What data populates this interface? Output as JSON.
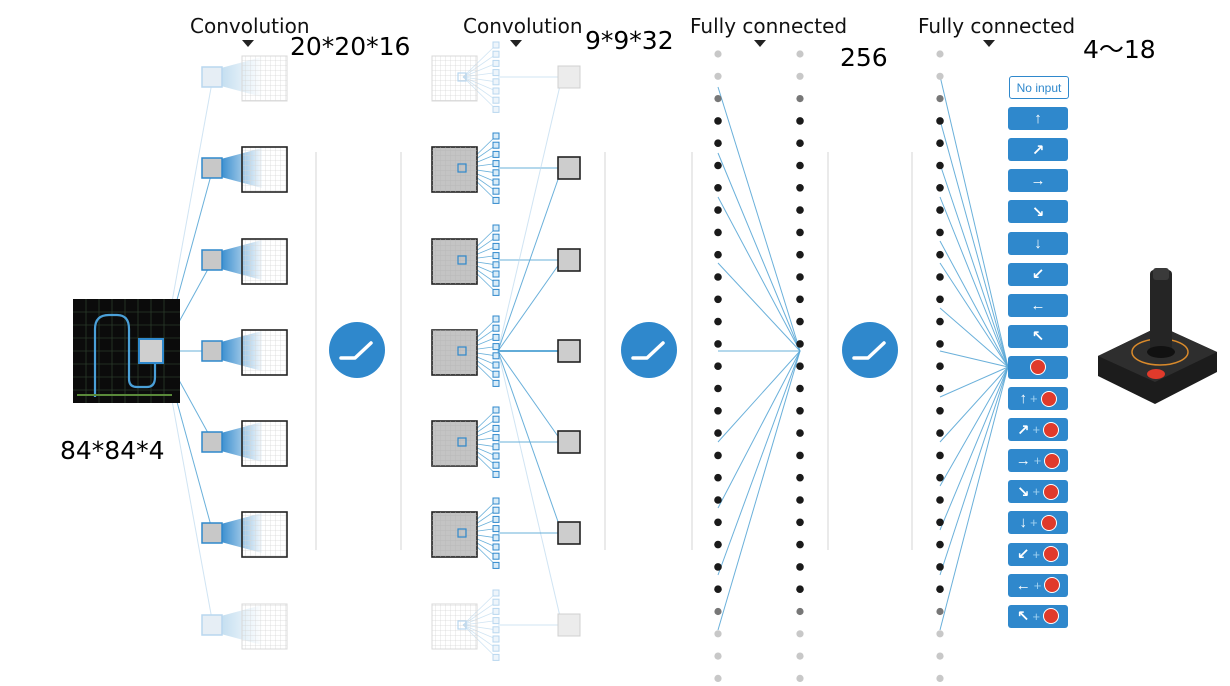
{
  "headers": {
    "conv1": "Convolution",
    "conv2": "Convolution",
    "fc1": "Fully connected",
    "fc2": "Fully connected"
  },
  "dimensions": {
    "input": "84*84*4",
    "conv1": "20*20*16",
    "conv2": "9*9*32",
    "fc1": "256",
    "output": "4～18"
  },
  "actions": [
    {
      "icon": "no-input",
      "label": "No input",
      "fire": false
    },
    {
      "icon": "up-arrow",
      "label": "↑",
      "fire": false
    },
    {
      "icon": "up-right-arrow",
      "label": "↗",
      "fire": false
    },
    {
      "icon": "right-arrow",
      "label": "→",
      "fire": false
    },
    {
      "icon": "down-right-arrow",
      "label": "↘",
      "fire": false
    },
    {
      "icon": "down-arrow",
      "label": "↓",
      "fire": false
    },
    {
      "icon": "down-left-arrow",
      "label": "↙",
      "fire": false
    },
    {
      "icon": "left-arrow",
      "label": "←",
      "fire": false
    },
    {
      "icon": "up-left-arrow",
      "label": "↖",
      "fire": false
    },
    {
      "icon": "fire",
      "label": "",
      "fire": true
    },
    {
      "icon": "up-arrow",
      "label": "↑",
      "fire": true
    },
    {
      "icon": "up-right-arrow",
      "label": "↗",
      "fire": true
    },
    {
      "icon": "right-arrow",
      "label": "→",
      "fire": true
    },
    {
      "icon": "down-right-arrow",
      "label": "↘",
      "fire": true
    },
    {
      "icon": "down-arrow",
      "label": "↓",
      "fire": true
    },
    {
      "icon": "down-left-arrow",
      "label": "↙",
      "fire": true
    },
    {
      "icon": "left-arrow",
      "label": "←",
      "fire": true
    },
    {
      "icon": "up-left-arrow",
      "label": "↖",
      "fire": true
    }
  ],
  "colors": {
    "accent": "#2f88cc",
    "line": "#5aa7d6",
    "fire": "#e03a2b",
    "node": "#1a1a1a",
    "faded": "#c8c8c8"
  },
  "icons": {
    "relu": "relu-activation-icon",
    "joystick": "joystick-icon",
    "game": "game-screen-image"
  }
}
